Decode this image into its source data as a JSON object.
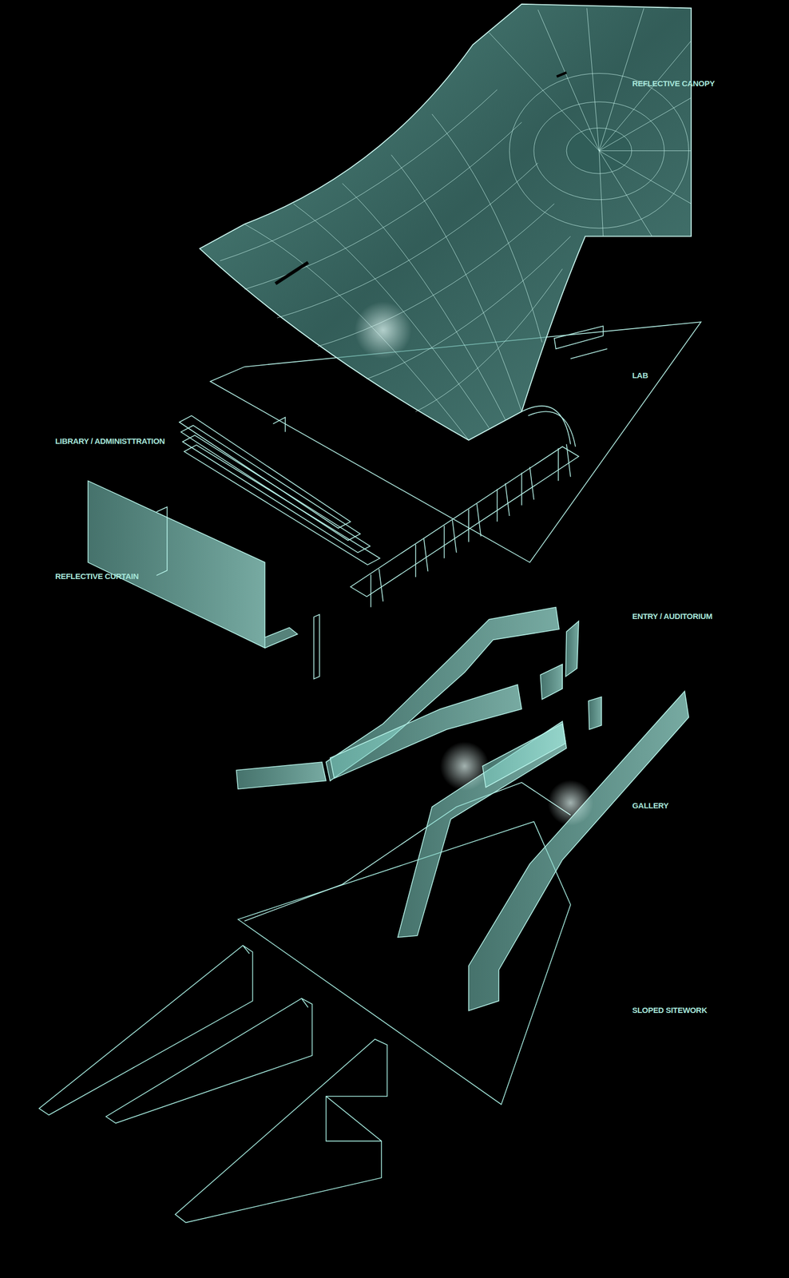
{
  "diagram": {
    "labels": [
      "REFLECTIVE CANOPY",
      "LAB",
      "LIBRARY / ADMINISTTRATION",
      "REFLECTIVE CURTAIN",
      "ENTRY / AUDITORIUM",
      "GALLERY",
      "SLOPED SITEWORK"
    ]
  }
}
